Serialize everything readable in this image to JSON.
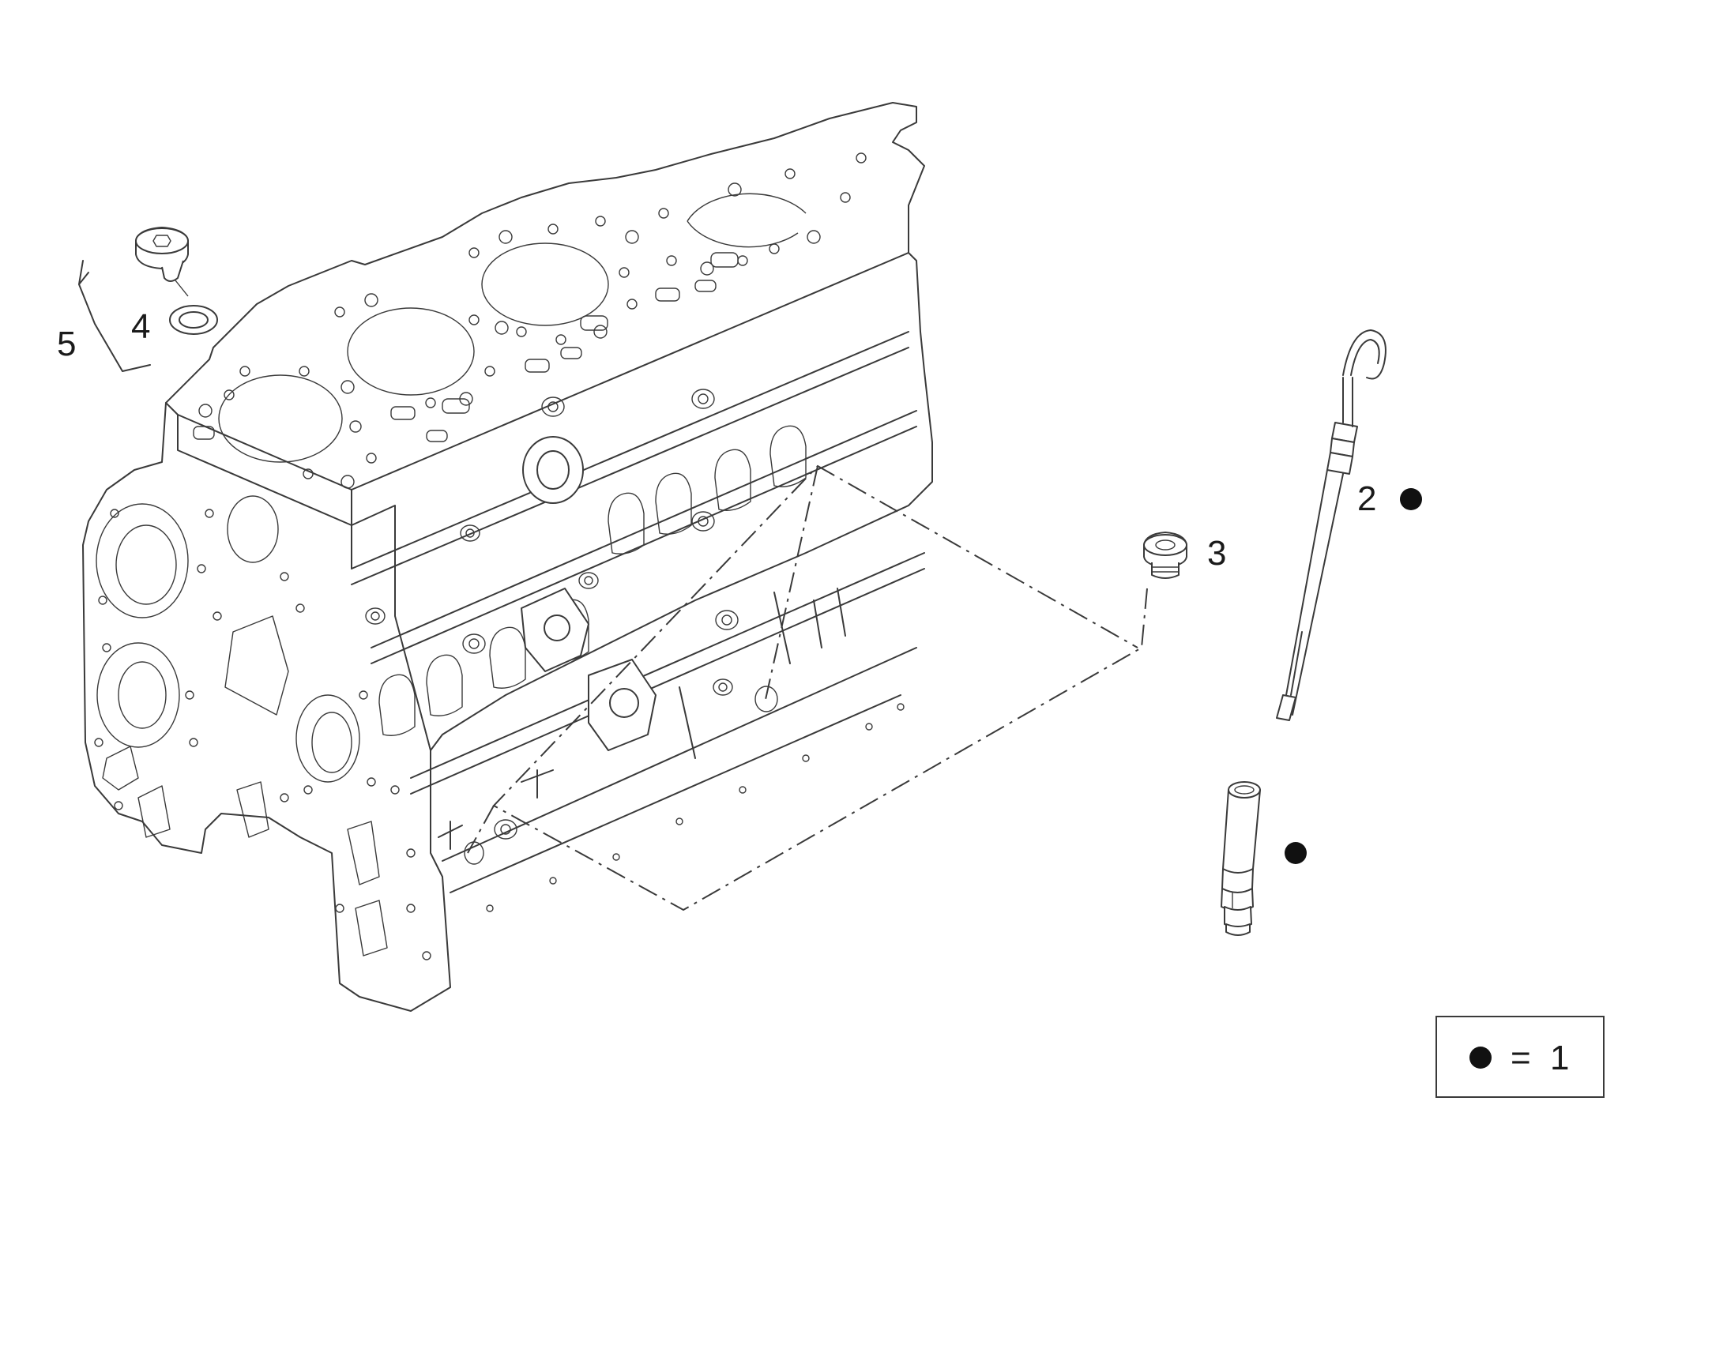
{
  "callouts": {
    "item_2": "2",
    "item_3": "3",
    "item_4": "4",
    "item_5": "5"
  },
  "legend": {
    "symbol": "●",
    "equals": "=",
    "value": "1"
  },
  "colors": {
    "line": "#3a3a3a",
    "background": "#ffffff",
    "marker": "#111111"
  }
}
